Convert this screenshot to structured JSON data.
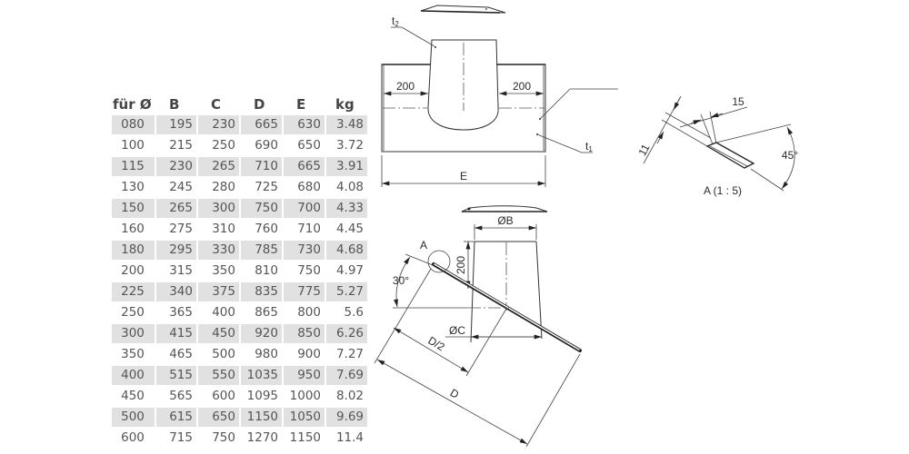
{
  "table": {
    "headers": [
      "für Ø",
      "B",
      "C",
      "D",
      "E",
      "kg"
    ],
    "rows": [
      [
        "080",
        "195",
        "230",
        "665",
        "630",
        "3.48"
      ],
      [
        "100",
        "215",
        "250",
        "690",
        "650",
        "3.72"
      ],
      [
        "115",
        "230",
        "265",
        "710",
        "665",
        "3.91"
      ],
      [
        "130",
        "245",
        "280",
        "725",
        "680",
        "4.08"
      ],
      [
        "150",
        "265",
        "300",
        "750",
        "700",
        "4.33"
      ],
      [
        "160",
        "275",
        "310",
        "760",
        "710",
        "4.45"
      ],
      [
        "180",
        "295",
        "330",
        "785",
        "730",
        "4.68"
      ],
      [
        "200",
        "315",
        "350",
        "810",
        "750",
        "4.97"
      ],
      [
        "225",
        "340",
        "375",
        "835",
        "775",
        "5.27"
      ],
      [
        "250",
        "365",
        "400",
        "865",
        "800",
        "5.6"
      ],
      [
        "300",
        "415",
        "450",
        "920",
        "850",
        "6.26"
      ],
      [
        "350",
        "465",
        "500",
        "980",
        "900",
        "7.27"
      ],
      [
        "400",
        "515",
        "550",
        "1035",
        "950",
        "7.69"
      ],
      [
        "450",
        "565",
        "600",
        "1095",
        "1000",
        "8.02"
      ],
      [
        "500",
        "615",
        "650",
        "1150",
        "1050",
        "9.69"
      ],
      [
        "600",
        "715",
        "750",
        "1270",
        "1150",
        "11.4"
      ]
    ],
    "shaded_color": "#e1e1e1"
  },
  "drawing": {
    "top_view": {
      "label_t2": "t",
      "label_t2_sub": "2",
      "label_t1": "t",
      "label_t1_sub": "1",
      "dim_left": "200",
      "dim_right": "200",
      "dim_width": "E"
    },
    "side_view": {
      "dim_top_diameter": "ØB",
      "dim_bottom_diameter": "ØC",
      "dim_height": "200",
      "dim_angle": "30°",
      "dim_half_length": "D/2",
      "dim_length": "D",
      "detail_marker": "A"
    },
    "detail": {
      "dim_thickness": "11",
      "dim_edge": "15",
      "dim_angle": "45°",
      "caption": "A (1 : 5)"
    }
  }
}
